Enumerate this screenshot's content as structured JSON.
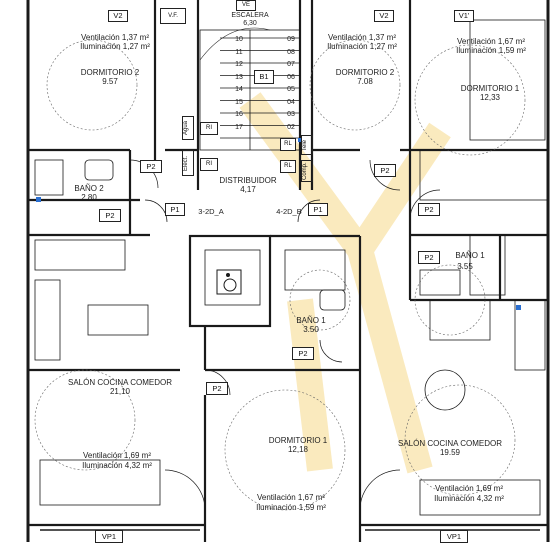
{
  "stair": {
    "title": "ESCALERA",
    "area": "6,30",
    "steps": [
      "10",
      "11",
      "12",
      "13",
      "14",
      "15",
      "16",
      "17",
      "09",
      "08",
      "07",
      "06",
      "05",
      "04",
      "03",
      "02"
    ],
    "b1": "B1",
    "ve": "VE",
    "vf": "V.F.",
    "agua": "Agua",
    "elect": "Elect.",
    "tele": "Tele",
    "comp": "Comp.",
    "ri": "RI",
    "rl": "RL"
  },
  "distribuidor": {
    "name": "DISTRIBUIDOR",
    "area": "4,17"
  },
  "units": {
    "left": "3-2D_A",
    "right": "4-2D_B"
  },
  "rooms": {
    "dorm2_a": {
      "vent": "Ventilación 1,37 m²",
      "ilum": "Iluminación 1,27 m²",
      "name": "DORMITORIO 2",
      "area": "9.57"
    },
    "dorm2_b": {
      "vent": "Ventilación 1,37 m²",
      "ilum": "Iluminación 1,27 m²",
      "name": "DORMITORIO 2",
      "area": "7.08"
    },
    "dorm1_b": {
      "vent": "Ventilación 1,67 m²",
      "ilum": "Iluminación 1,59 m²",
      "name": "DORMITORIO 1",
      "area": "12,33"
    },
    "bano2": {
      "name": "BAÑO 2",
      "area": "2.80"
    },
    "bano1_b": {
      "name": "BAÑO 1",
      "area": "3.55"
    },
    "bano1_a": {
      "name": "BAÑO 1",
      "area": "3.50"
    },
    "salon_a": {
      "name": "SALÓN COCINA COMEDOR",
      "area": "21,10",
      "vent": "Ventilación 1,69 m²",
      "ilum": "Iluminación 4,32 m²"
    },
    "dorm1_a": {
      "name": "DORMITORIO 1",
      "area": "12,18",
      "vent": "Ventilación 1,67 m²",
      "ilum": "Iluminación 1,59 m²"
    },
    "salon_b": {
      "name": "SALÓN COCINA COMEDOR",
      "area": "19.59",
      "vent": "Ventilación 1,69 m²",
      "ilum": "Iluminación 4,32 m²"
    }
  },
  "doors": {
    "p1": "P1",
    "p2": "P2",
    "vp1": "VP1",
    "v2": "V2",
    "v1": "V1'"
  },
  "colors": {
    "wall": "#1a1a1a",
    "watermark": "#f6d98a",
    "accent": "#2a6fd1"
  }
}
